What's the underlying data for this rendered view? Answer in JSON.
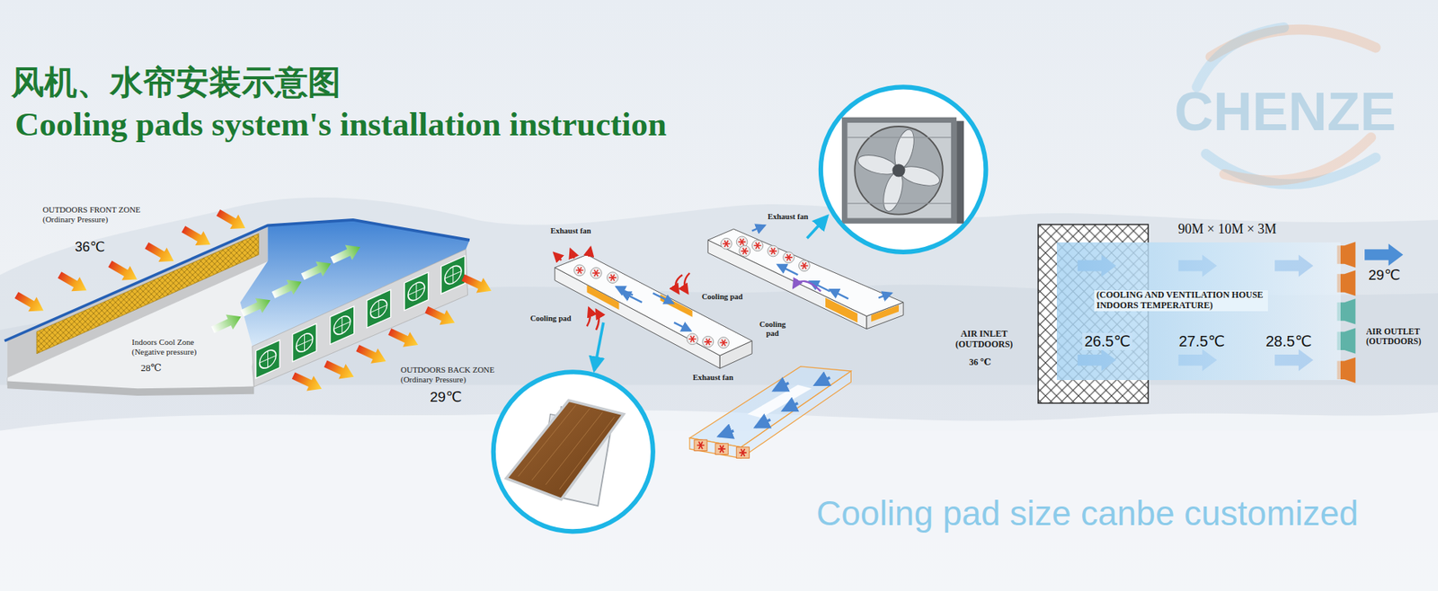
{
  "diagram": {
    "title": "风机、水帘安装示意图",
    "nodes": [
      {
        "text": [
          "(COOLING AND VENTILATION HOUSE INDOORS TEMPERATURE)",
          "26.5℃",
          "27.5℃",
          "28.5℃"
        ]
      }
    ],
    "labels": [
      "Cooling pads system's installation instruction",
      "CHENZE",
      "OUTDOORS FRONT ZONE (Ordinary Pressure)",
      "36℃",
      "Exhaust fan",
      "Exhaust fan",
      "90M × 10M × 3M",
      "29℃",
      "Cooling pad",
      "Cooling pad",
      "Cooling pad",
      "AIR INLET (OUTDOORS)",
      "AIR OUTLET (OUTDOORS)",
      "Indoors Cool Zone (Negative pressure)",
      "36 ℃",
      "28℃",
      "OUTDOORS BACK ZONE (Ordinary Pressure)",
      "Exhaust fan",
      "29℃",
      "Cooling pad size canbe customized"
    ]
  }
}
